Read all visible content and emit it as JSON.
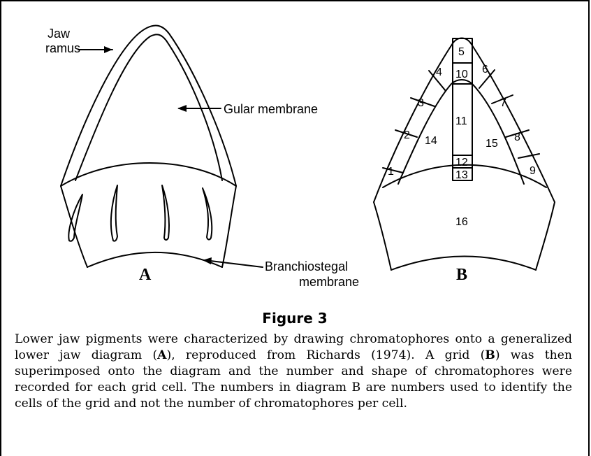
{
  "figure": {
    "panel_a": {
      "letter": "A",
      "labels": {
        "jaw_line1": "Jaw",
        "jaw_line2": "ramus",
        "gular": "Gular membrane",
        "branch_line1": "Branchiostegal",
        "branch_line2": "membrane"
      }
    },
    "panel_b": {
      "letter": "B",
      "cells": [
        "1",
        "2",
        "3",
        "4",
        "5",
        "6",
        "7",
        "8",
        "9",
        "10",
        "11",
        "12",
        "13",
        "14",
        "15",
        "16"
      ]
    },
    "title": "Figure 3",
    "caption": {
      "p1": "Lower jaw pigments were characterized by drawing chromatophores onto a generalized lower jaw diagram (",
      "bA": "A",
      "p2": "), reproduced from Richards (1974). A grid (",
      "bB": "B",
      "p3": ") was then superimposed onto the diagram and the number and shape of chromatophores were recorded for each grid cell. The numbers in diagram B are numbers used to identify the cells of the grid and not the number of chromatophores per cell."
    }
  }
}
